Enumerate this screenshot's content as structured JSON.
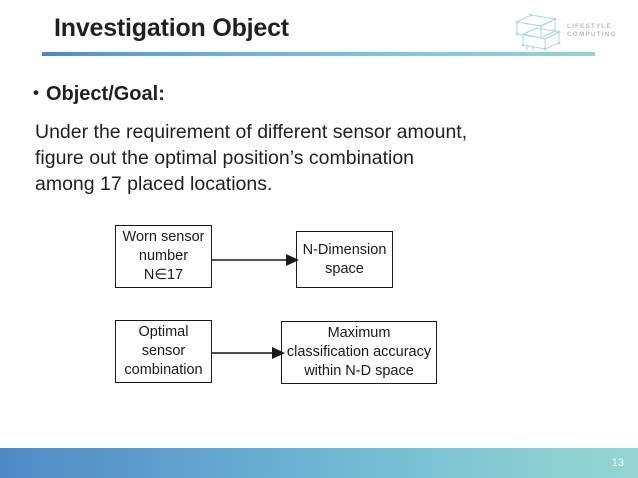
{
  "slide": {
    "title": "Investigation Object",
    "page_number": "13"
  },
  "logo": {
    "line1": "LIFESTYLE",
    "line2": "COMPUTING",
    "mark_color": "#a9d9ea",
    "text_color": "#b9bdc0"
  },
  "theme": {
    "rule_gradient_start": "#4a86c8",
    "rule_gradient_end": "#93d4d2",
    "footer_gradient_start": "#4e8ac4",
    "footer_gradient_end": "#94d5d2",
    "text_color": "#231f20"
  },
  "content": {
    "bullet_char": "•",
    "bullet_heading": "Object/Goal:",
    "paragraph_lines": [
      "Under the requirement of different sensor amount,",
      "figure out the optimal position’s combination",
      "among 17 placed locations."
    ]
  },
  "diagram": {
    "boxes": [
      {
        "id": "worn-sensor",
        "lines": [
          "Worn sensor",
          "number",
          "N∈17"
        ]
      },
      {
        "id": "ndim-space",
        "lines": [
          "N-Dimension",
          "space"
        ]
      },
      {
        "id": "optimal-combination",
        "lines": [
          "Optimal",
          "sensor",
          "combination"
        ]
      },
      {
        "id": "max-accuracy",
        "lines": [
          "Maximum",
          "classification accuracy",
          "within N-D space"
        ]
      }
    ],
    "arrows": [
      {
        "id": "arrow-one",
        "from": "worn-sensor",
        "to": "ndim-space"
      },
      {
        "id": "arrow-two",
        "from": "optimal-combination",
        "to": "max-accuracy"
      }
    ]
  }
}
